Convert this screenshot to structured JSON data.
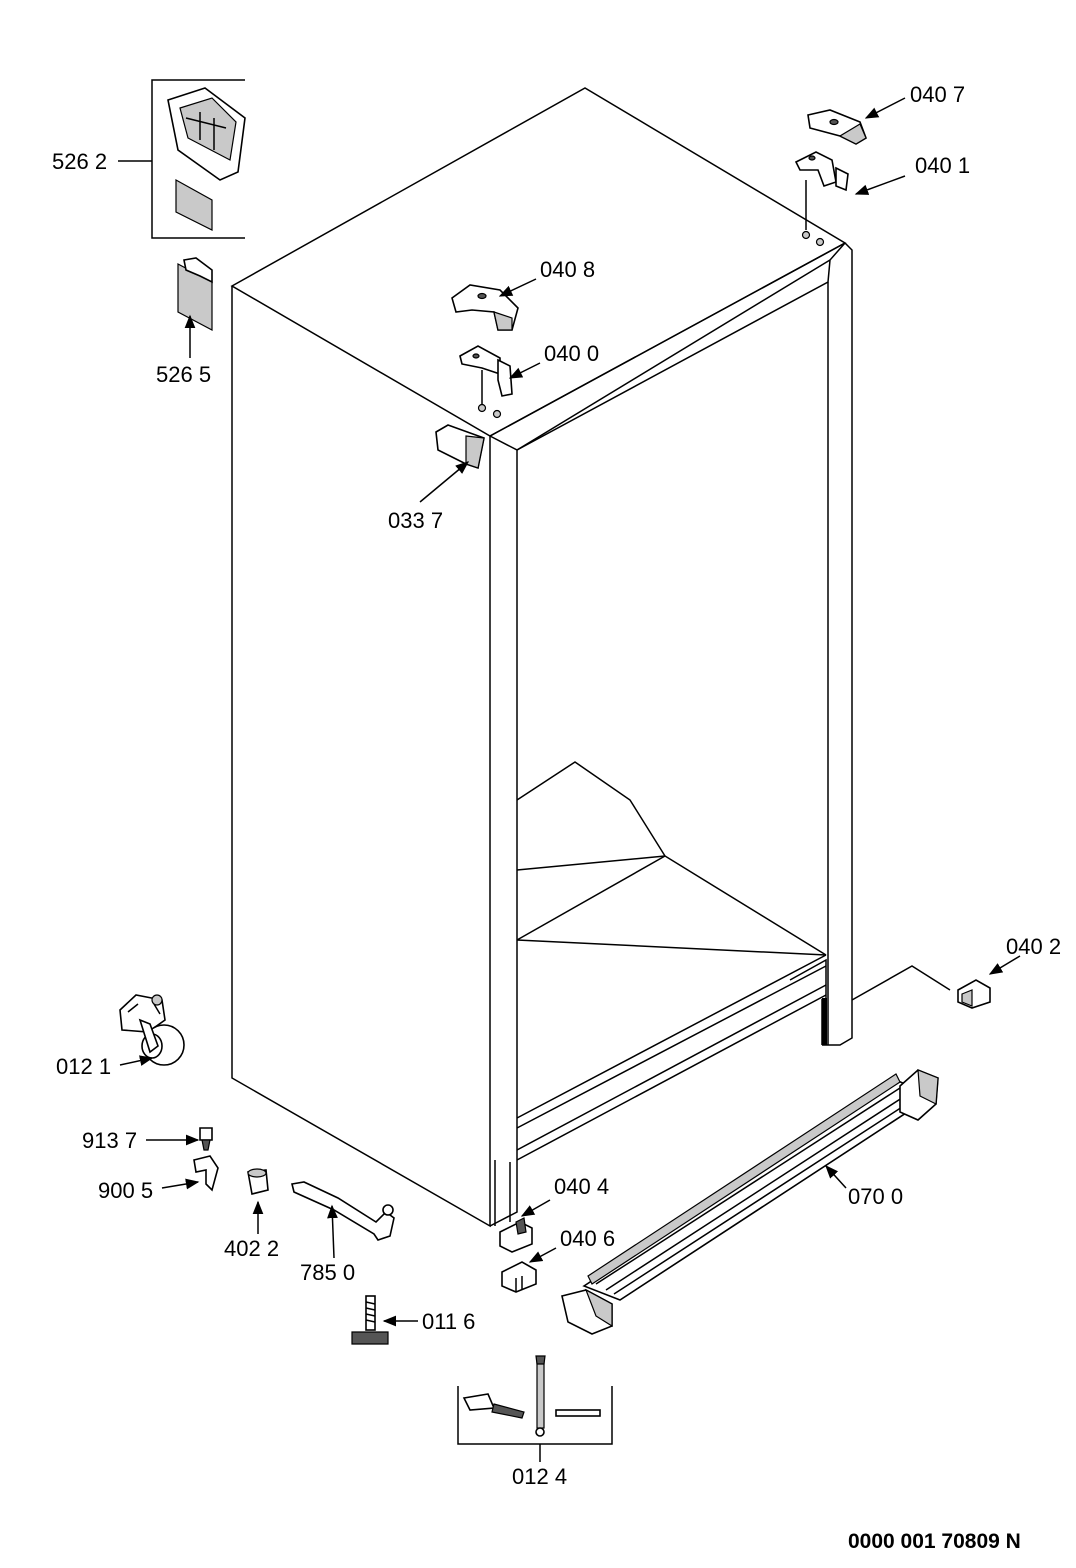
{
  "parts": {
    "p5262": "526 2",
    "p5265": "526 5",
    "p4008": "040 8",
    "p4000": "040 0",
    "p4007": "040 7",
    "p4001": "040 1",
    "p3337": "033 7",
    "p4002": "040 2",
    "p1211": "012 1",
    "p9137": "913 7",
    "p9005": "900 5",
    "p4022": "402 2",
    "p7850": "785 0",
    "p4004": "040 4",
    "p4006": "040 6",
    "p7000": "070 0",
    "p1116": "011 6",
    "p1124": "012 4"
  },
  "document_number": "0000 001 70809",
  "document_suffix": "N"
}
